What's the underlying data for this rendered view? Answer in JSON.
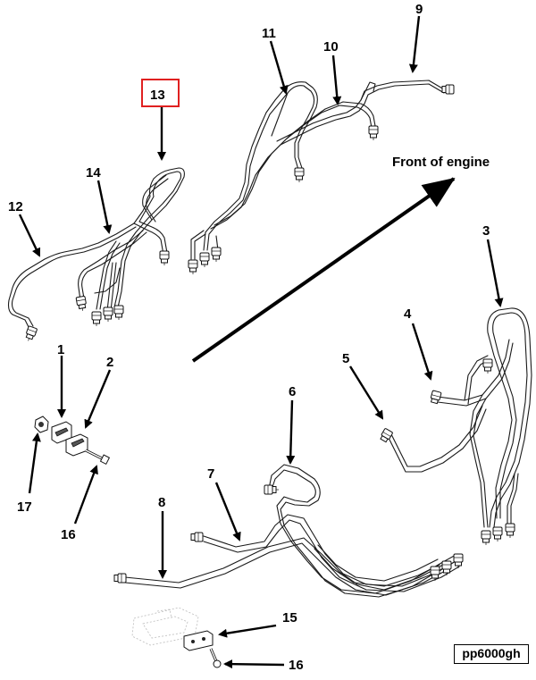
{
  "callouts": {
    "c1": "1",
    "c2": "2",
    "c3": "3",
    "c4": "4",
    "c5": "5",
    "c6": "6",
    "c7": "7",
    "c8": "8",
    "c9": "9",
    "c10": "10",
    "c11": "11",
    "c12": "12",
    "c13": "13",
    "c14": "14",
    "c15": "15",
    "c16a": "16",
    "c16b": "16",
    "c17": "17"
  },
  "highlighted_callout": "13",
  "highlight_color": "#e02020",
  "direction_label": "Front of engine",
  "reference_code": "pp6000gh"
}
